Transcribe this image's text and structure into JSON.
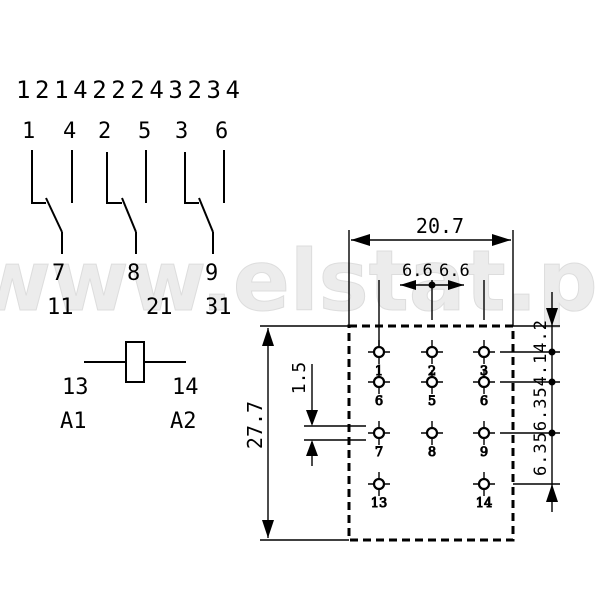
{
  "watermark": "www.elstat.pl",
  "schematic": {
    "top_numbers": "121422243234",
    "contacts": [
      {
        "nc": "1",
        "no": "4",
        "common": "7",
        "alt": "11"
      },
      {
        "nc": "2",
        "no": "5",
        "common": "8",
        "alt": "21"
      },
      {
        "nc": "3",
        "no": "6",
        "common": "9",
        "alt": "31"
      }
    ],
    "coil": {
      "left_num": "13",
      "right_num": "14",
      "left_name": "A1",
      "right_name": "A2"
    }
  },
  "footprint": {
    "dims": {
      "width": "20.7",
      "pitch_x1": "6.6",
      "pitch_x2": "6.6",
      "height": "27.7",
      "offset": "1.5",
      "right_stack": "6.356.354.14.2"
    },
    "pins": [
      "1",
      "2",
      "3",
      "6",
      "5",
      "6",
      "7",
      "8",
      "9",
      "13",
      "14"
    ]
  }
}
